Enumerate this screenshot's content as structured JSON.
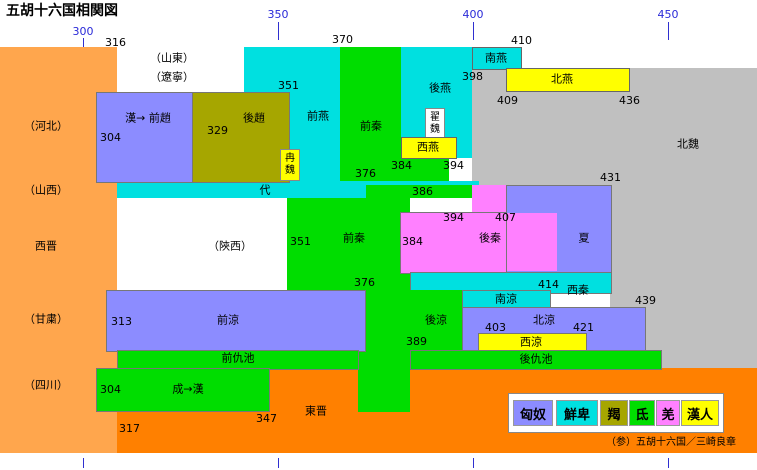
{
  "title": "五胡十六国相関図",
  "year_axis": [
    {
      "label": "300"
    },
    {
      "label": "350"
    },
    {
      "label": "400"
    },
    {
      "label": "450"
    }
  ],
  "regions": {
    "shandong": "（山東）",
    "liaoning": "（遼寧）",
    "hebei": "（河北）",
    "shanxi": "（山西）",
    "shaanxi": "（陝西）",
    "gansu": "（甘粛）",
    "sichuan": "（四川）"
  },
  "states": {
    "xijin": "西晋",
    "han_zhao": "漢→ 前趙",
    "hou_zhao": "後趙",
    "ran_wei": [
      "冉",
      "魏"
    ],
    "qian_yan": "前燕",
    "qian_qin_top": "前秦",
    "hou_yan": "後燕",
    "zhai_wei": [
      "翟",
      "魏"
    ],
    "xi_yan": "西燕",
    "nan_yan": "南燕",
    "bei_yan": "北燕",
    "bei_wei": "北魏",
    "dai": "代",
    "qian_qin_mid": "前秦",
    "hou_qin": "後秦",
    "xia": "夏",
    "xi_qin": "西秦",
    "nan_liang": "南涼",
    "bei_liang": "北涼",
    "hou_liang": "後涼",
    "xi_liang": "西涼",
    "qian_liang": "前涼",
    "qian_chouchi": "前仇池",
    "hou_chouchi": "後仇池",
    "cheng_han": "成→漢",
    "dong_jin": "東晋",
    "pingshan": "（陝西）"
  },
  "years": {
    "y316": "316",
    "y370": "370",
    "y410": "410",
    "y351a": "351",
    "y398": "398",
    "y409": "409",
    "y436": "436",
    "y304a": "304",
    "y329": "329",
    "y376a": "376",
    "y384a": "384",
    "y394a": "394",
    "y431": "431",
    "y386": "386",
    "y394b": "394",
    "y407": "407",
    "y351b": "351",
    "y384b": "384",
    "y376b": "376",
    "y414": "414",
    "y439": "439",
    "y313": "313",
    "y403": "403",
    "y421": "421",
    "y389": "389",
    "y304b": "304",
    "y347": "347",
    "y317": "317"
  },
  "legend": [
    {
      "label": "匈奴",
      "color": "#8c8cff"
    },
    {
      "label": "鮮卑",
      "color": "#00e0e0"
    },
    {
      "label": "羯",
      "color": "#a6a600"
    },
    {
      "label": "氐",
      "color": "#00dd00"
    },
    {
      "label": "羌",
      "color": "#ff80ff"
    },
    {
      "label": "漢人",
      "color": "#ffff00"
    }
  ],
  "source": "（参）五胡十六国／三崎良章",
  "colors": {
    "xiongnu": "#8c8cff",
    "xianbei": "#00e0e0",
    "jie": "#a6a600",
    "di": "#00dd00",
    "qiang": "#ff80ff",
    "han": "#ffff00",
    "jin_west": "#ffa64d",
    "jin_east": "#ff8000",
    "beiwei": "#c0c0c0"
  }
}
